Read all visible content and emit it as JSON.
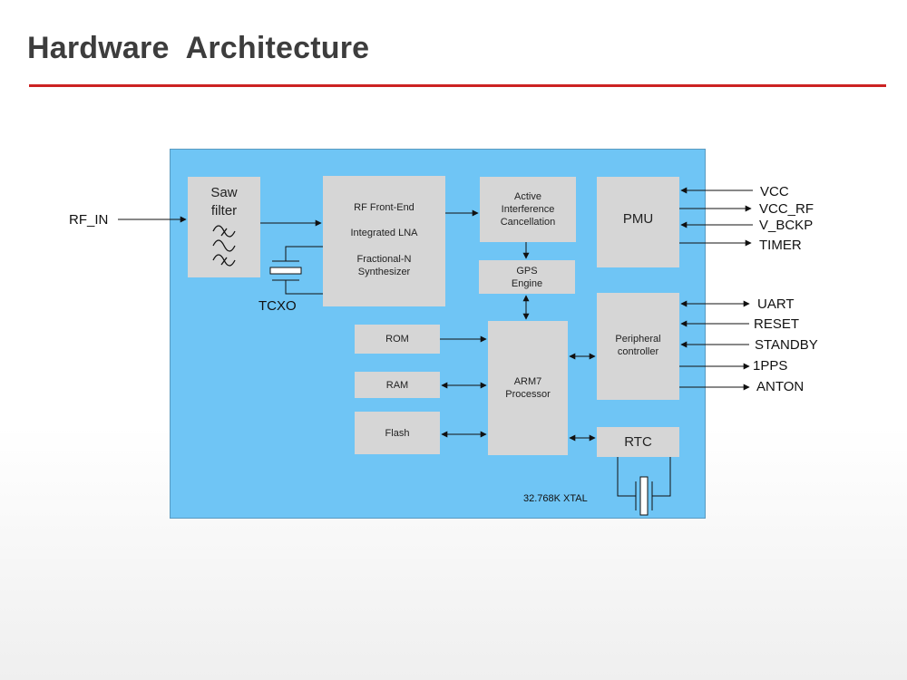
{
  "title": "Hardware  Architecture",
  "blocks": {
    "saw": {
      "line1": "Saw",
      "line2": "filter"
    },
    "rf": {
      "line1": "RF Front-End",
      "line2": "Integrated LNA",
      "line3": "Fractional-N",
      "line4": "Synthesizer"
    },
    "aic": {
      "line1": "Active",
      "line2": "Interference",
      "line3": "Cancellation"
    },
    "gps": {
      "line1": "GPS",
      "line2": "Engine"
    },
    "pmu": "PMU",
    "rom": "ROM",
    "ram": "RAM",
    "flash": "Flash",
    "arm": {
      "line1": "ARM7",
      "line2": "Processor"
    },
    "periph": {
      "line1": "Peripheral",
      "line2": "controller"
    },
    "rtc": "RTC"
  },
  "labels": {
    "rf_in": "RF_IN",
    "tcxo": "TCXO",
    "xtal": "32.768K XTAL"
  },
  "pins": {
    "vcc": "VCC",
    "vcc_rf": "VCC_RF",
    "v_bckp": "V_BCKP",
    "timer": "TIMER",
    "uart": "UART",
    "reset": "RESET",
    "standby": "STANDBY",
    "pps": "1PPS",
    "anton": "ANTON"
  }
}
